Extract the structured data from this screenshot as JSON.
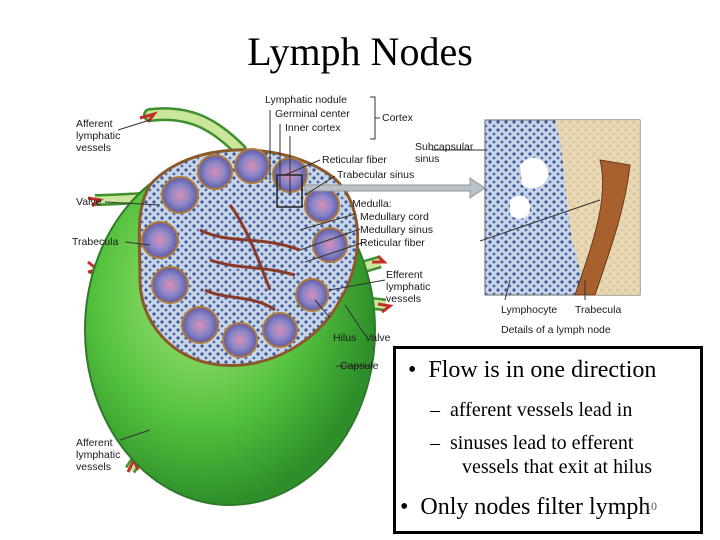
{
  "slide": {
    "title": "Lymph Nodes",
    "slide_number": "10"
  },
  "figure": {
    "labels": {
      "afferent_top_1": "Afferent",
      "afferent_top_2": "lymphatic",
      "afferent_top_3": "vessels",
      "valve_left": "Valve",
      "trabecula_left": "Trabecula",
      "lymphatic_nodule": "Lymphatic nodule",
      "germinal_center": "Germinal center",
      "inner_cortex": "Inner cortex",
      "cortex": "Cortex",
      "reticular_fiber": "Reticular fiber",
      "trabecular_sinus": "Trabecular sinus",
      "subcapsular_1": "Subcapsular",
      "subcapsular_2": "sinus",
      "medulla": "Medulla:",
      "medullary_cord": "Medullary cord",
      "medullary_sinus": "Medullary sinus",
      "reticular_fiber_2": "Reticular fiber",
      "efferent_1": "Efferent",
      "efferent_2": "lymphatic",
      "efferent_3": "vessels",
      "hilus": "Hilus",
      "valve_right": "Valve",
      "capsule": "Capsule",
      "afferent_bottom_1": "Afferent",
      "afferent_bottom_2": "lymphatic",
      "afferent_bottom_3": "vessels",
      "lymphocyte": "Lymphocyte",
      "trabecula_detail": "Trabecula",
      "details_caption": "Details of a lymph node"
    }
  },
  "bullets": {
    "main_1": "Flow is in one direction",
    "sub_1": "afferent vessels lead in",
    "sub_2_line1": "sinuses lead to efferent",
    "sub_2_line2": "vessels that exit at hilus",
    "main_2": "Only nodes filter lymph"
  }
}
